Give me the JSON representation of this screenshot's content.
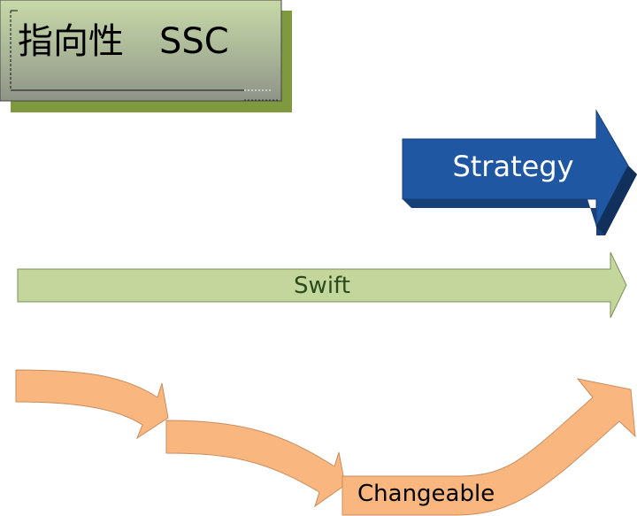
{
  "title": {
    "label": "指向性　SSC",
    "text_color": "#000000",
    "shadow_color": "#7f9a3e"
  },
  "strategy": {
    "label": "Strategy",
    "fill": "#1f57a3",
    "dark": "#173f78",
    "text_color": "#ffffff"
  },
  "swift": {
    "label": "Swift",
    "fill": "#c3d69b",
    "stroke": "#7b8f5a",
    "text_color": "#2d4a1e"
  },
  "changeable": {
    "label": "Changeable",
    "fill": "#f9b67e",
    "stroke": "#c98d5f",
    "text_color": "#000000"
  }
}
